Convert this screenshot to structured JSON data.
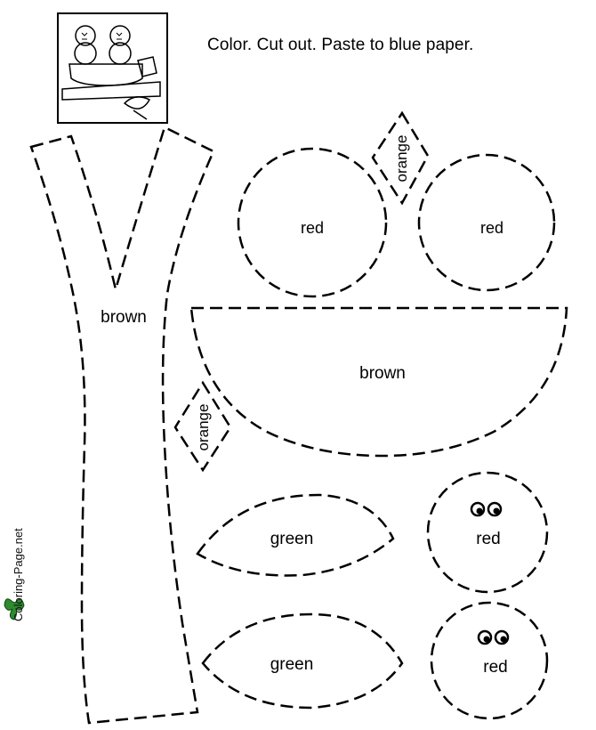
{
  "instructions": "Color.  Cut out.  Paste to blue paper.",
  "watermark": "Coloring-Page.net",
  "labels": {
    "trunk": "brown",
    "circle_left": "red",
    "circle_right": "red",
    "beak_top": "orange",
    "beak_left": "orange",
    "nest": "brown",
    "leaf_top": "green",
    "leaf_bottom": "green",
    "head_top": "red",
    "head_bottom": "red"
  },
  "icons": {
    "preview": "finished-picture-thumbnail-icon",
    "watermark_logo": "butterfly-icon"
  }
}
